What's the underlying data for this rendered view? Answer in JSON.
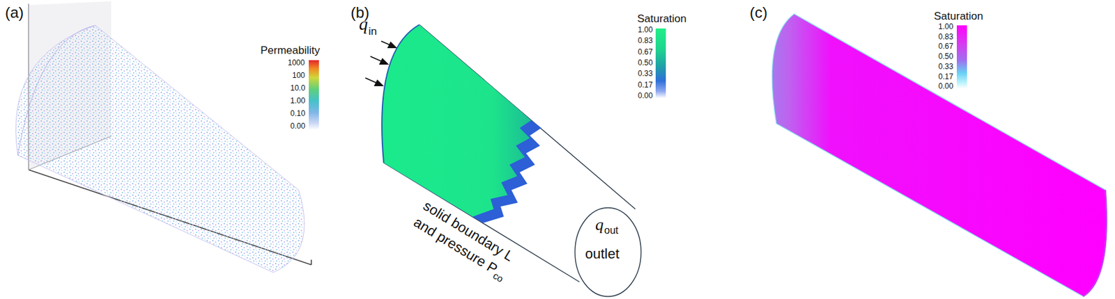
{
  "diagram": {
    "labels": [
      "(a)",
      "Permeability",
      "1000",
      "100",
      "10.0",
      "1.00",
      "0.10",
      "0.00",
      "(b)",
      "q",
      "in",
      "Saturation",
      "1.00",
      "0.83",
      "0.67",
      "0.50",
      "0.33",
      "0.17",
      "0.00",
      "solid boundary L",
      "and pressure P",
      "co",
      "q",
      "out",
      "outlet",
      "(c)",
      "Saturation",
      "1.00",
      "0.83",
      "0.67",
      "0.50",
      "0.33",
      "0.17",
      "0.00"
    ]
  }
}
